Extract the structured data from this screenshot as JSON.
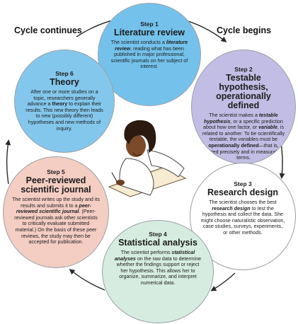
{
  "cycle_labels": {
    "left": "Cycle continues",
    "right": "Cycle begins"
  },
  "colors": {
    "step1": "#74c2ec",
    "step2": "#c2bde4",
    "step3": "#ffffff",
    "step4": "#d6ece0",
    "step5": "#f4cdc3",
    "step6": "#84c7ec",
    "arrow": "#2a2a2a",
    "border": "#9aa0a6"
  },
  "steps": [
    {
      "id": "step1",
      "number": "Step 1",
      "title": "Literature review",
      "parts": [
        {
          "t": "The scientist conducts a "
        },
        {
          "t": "literature review",
          "em": true
        },
        {
          "t": ", reading what has been published in major professional, scientific journals on her subject of interest."
        }
      ]
    },
    {
      "id": "step2",
      "number": "Step 2",
      "title": "Testable hypothesis, operationally defined",
      "parts": [
        {
          "t": "The scientist makes a "
        },
        {
          "t": "testable hypothesis",
          "em": true
        },
        {
          "t": ", or a specific prediction about how one factor, or "
        },
        {
          "t": "variable",
          "em": true
        },
        {
          "t": ", is related to another. To be scientifically testable, the variables must be "
        },
        {
          "t": "operationally defined",
          "b": true
        },
        {
          "t": "—that is, stated precisely and in measurable terms."
        }
      ]
    },
    {
      "id": "step3",
      "number": "Step 3",
      "title": "Research design",
      "parts": [
        {
          "t": "The scientist chooses the best "
        },
        {
          "t": "research design",
          "em": true
        },
        {
          "t": " to test the hypothesis and collect the data. She might choose naturalistic observation, case studies, surveys, experiments, or other methods."
        }
      ]
    },
    {
      "id": "step4",
      "number": "Step 4",
      "title": "Statistical analysis",
      "parts": [
        {
          "t": "The scientist performs "
        },
        {
          "t": "statistical analyses",
          "em": true
        },
        {
          "t": " on the raw data to determine whether the findings support or reject her hypothesis. This allows her to organize, summarize, and interpret numerical data."
        }
      ]
    },
    {
      "id": "step5",
      "number": "Step 5",
      "title": "Peer-reviewed scientific journal",
      "parts": [
        {
          "t": "The scientist writes up the study and its results and submits it to a "
        },
        {
          "t": "peer-reviewed scientific journal",
          "em": true
        },
        {
          "t": ". (Peer-reviewed journals ask other scientists to critically evaluate submitted material.) On the basis of these peer reviews, the study may then be accepted for publication."
        }
      ]
    },
    {
      "id": "step6",
      "number": "Step 6",
      "title": "Theory",
      "parts": [
        {
          "t": "After one or more studies on a topic, researchers generally advance a "
        },
        {
          "t": "theory",
          "b": true
        },
        {
          "t": " to explain their results. This new theory then leads to new (possibly different) hypotheses and new methods of inquiry."
        }
      ]
    }
  ],
  "illustration": {
    "icon": "scientist-writing-icon"
  }
}
